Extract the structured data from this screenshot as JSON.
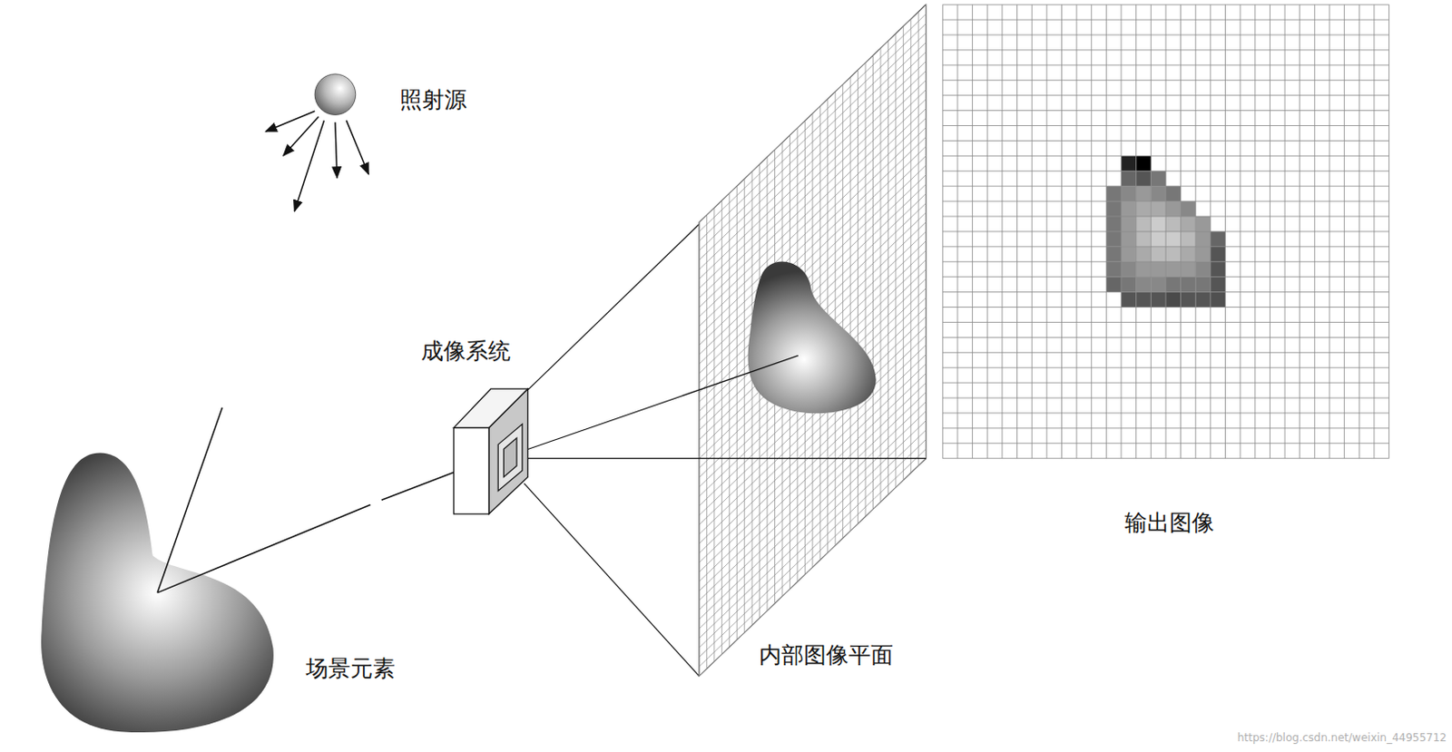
{
  "diagram": {
    "labels": [
      "照射源",
      "成像系统",
      "场景元素",
      "内部图像平面",
      "输出图像",
      "https://blog.csdn.net/weixin_44955712"
    ]
  }
}
